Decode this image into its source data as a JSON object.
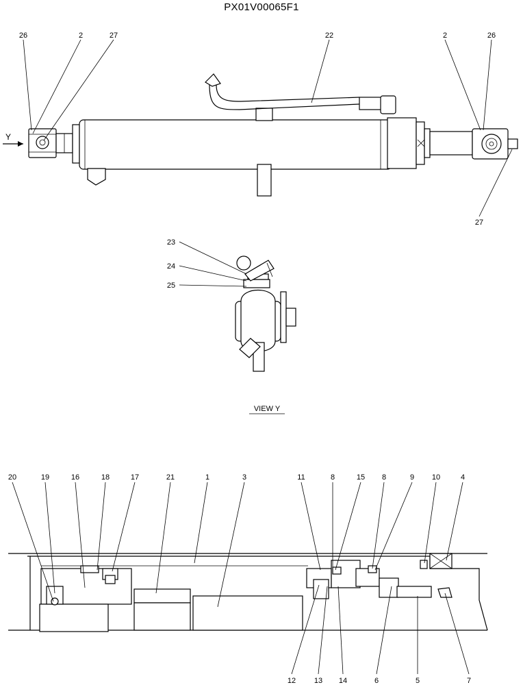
{
  "drawing": {
    "id": "PX01V00065F1",
    "view_caption": "VIEW  Y",
    "view_arrow_label": "Y"
  },
  "callouts_top": [
    "26",
    "2",
    "27",
    "22",
    "2",
    "26",
    "27"
  ],
  "callouts_view": [
    "23",
    "24",
    "25"
  ],
  "callouts_section_top": [
    "20",
    "19",
    "16",
    "18",
    "17",
    "21",
    "1",
    "3",
    "11",
    "8",
    "15",
    "8",
    "9",
    "10",
    "4"
  ],
  "callouts_section_bottom": [
    "12",
    "13",
    "14",
    "6",
    "5",
    "7"
  ]
}
